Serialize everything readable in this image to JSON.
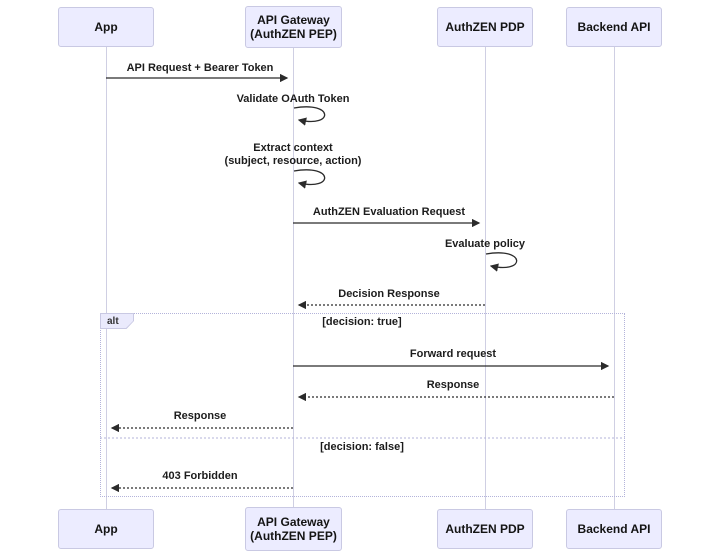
{
  "diagram": {
    "type": "sequence-diagram",
    "participants": [
      {
        "name": "App",
        "lines": [
          "App"
        ]
      },
      {
        "name": "API Gateway (AuthZEN PEP)",
        "lines": [
          "API Gateway",
          "(AuthZEN PEP)"
        ]
      },
      {
        "name": "AuthZEN PDP",
        "lines": [
          "AuthZEN PDP"
        ]
      },
      {
        "name": "Backend API",
        "lines": [
          "Backend API"
        ]
      }
    ],
    "messages": [
      {
        "label": "API Request + Bearer Token",
        "from": "App",
        "to": "API Gateway (AuthZEN PEP)",
        "style": "solid"
      },
      {
        "label": "Validate OAuth Token",
        "from": "API Gateway (AuthZEN PEP)",
        "to": "API Gateway (AuthZEN PEP)",
        "style": "self"
      },
      {
        "label": "Extract context",
        "label2": "(subject, resource, action)",
        "from": "API Gateway (AuthZEN PEP)",
        "to": "API Gateway (AuthZEN PEP)",
        "style": "self"
      },
      {
        "label": "AuthZEN Evaluation Request",
        "from": "API Gateway (AuthZEN PEP)",
        "to": "AuthZEN PDP",
        "style": "solid"
      },
      {
        "label": "Evaluate policy",
        "from": "AuthZEN PDP",
        "to": "AuthZEN PDP",
        "style": "self"
      },
      {
        "label": "Decision Response",
        "from": "AuthZEN PDP",
        "to": "API Gateway (AuthZEN PEP)",
        "style": "dashed"
      },
      {
        "label": "Forward request",
        "from": "API Gateway (AuthZEN PEP)",
        "to": "Backend API",
        "style": "solid"
      },
      {
        "label": "Response",
        "from": "Backend API",
        "to": "API Gateway (AuthZEN PEP)",
        "style": "dashed"
      },
      {
        "label": "Response",
        "from": "API Gateway (AuthZEN PEP)",
        "to": "App",
        "style": "dashed"
      },
      {
        "label": "403 Forbidden",
        "from": "API Gateway (AuthZEN PEP)",
        "to": "App",
        "style": "dashed"
      }
    ],
    "alt_block": {
      "tab_label": "alt",
      "guards": [
        "[decision: true]",
        "[decision: false]"
      ]
    },
    "colors": {
      "actor_fill": "#ECECFF",
      "actor_border": "#c9c9e3",
      "lifeline": "#cfcfe3",
      "frame_border": "#b3b3da",
      "arrow": "#2b2b2b",
      "text": "#1c1c1c",
      "background": "#ffffff"
    }
  }
}
